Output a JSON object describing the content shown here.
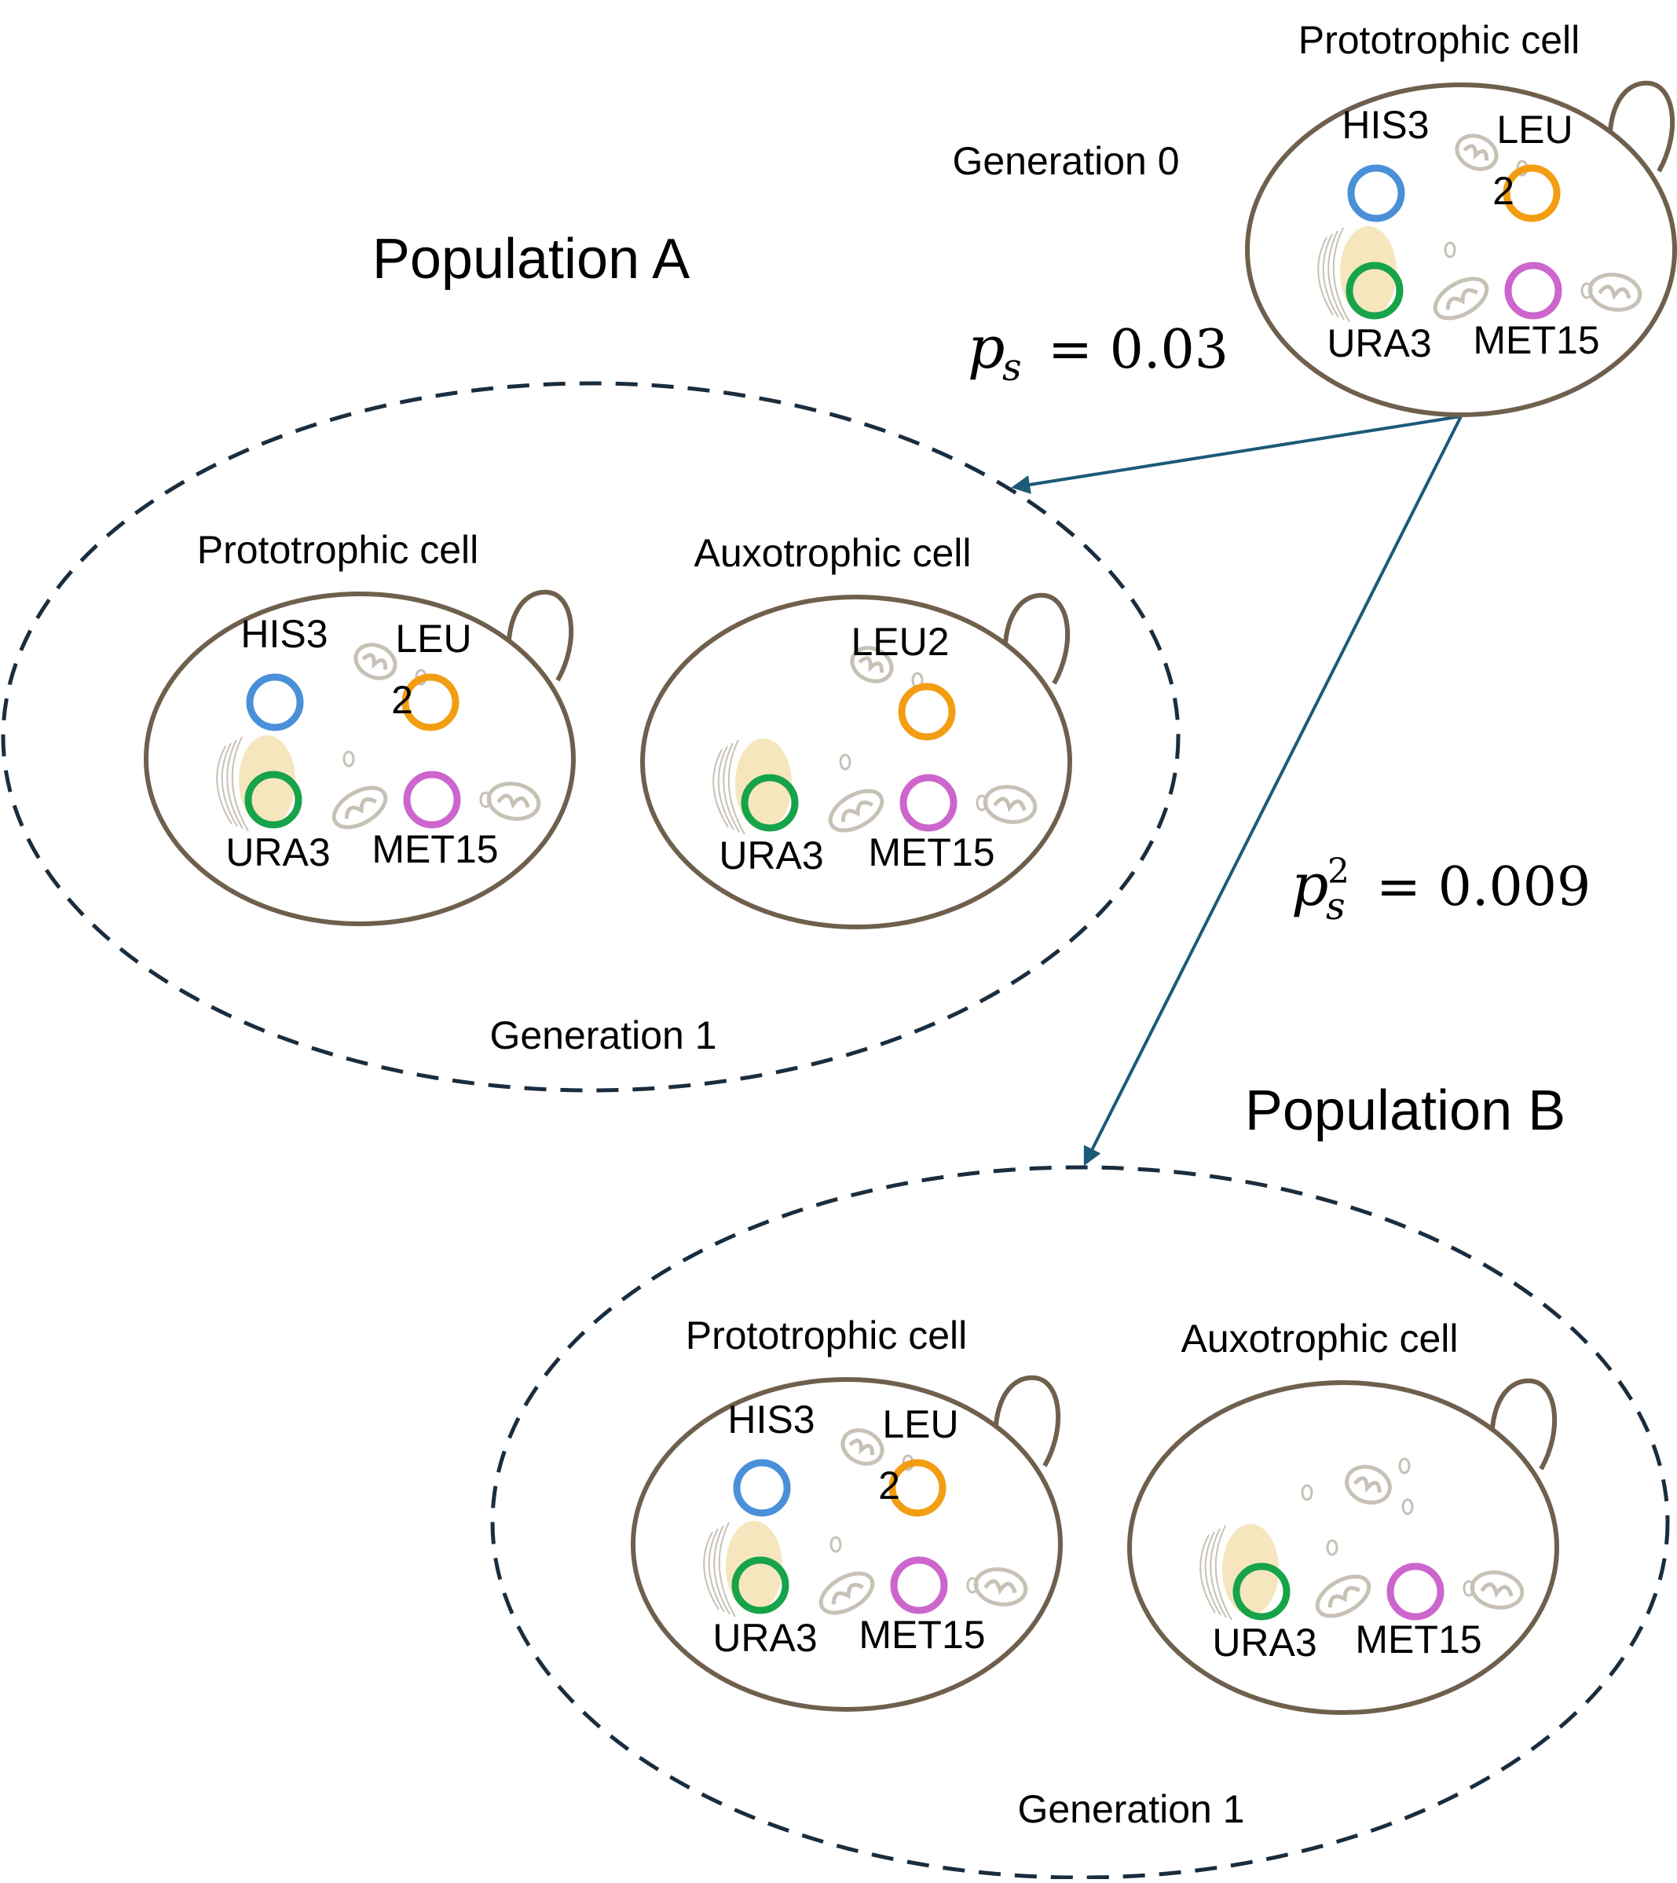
{
  "labels": {
    "root_cell_title": "Prototrophic cell",
    "generation_0": "Generation 0",
    "population_a": "Population A",
    "population_b": "Population B",
    "prob_a": {
      "var": "p",
      "sub": "s",
      "eq": "= 0.03"
    },
    "prob_b": {
      "var": "p",
      "sub": "s",
      "sup": "2",
      "eq": "= 0.009"
    },
    "pop_a": {
      "cell1_title": "Prototrophic cell",
      "cell2_title": "Auxotrophic cell",
      "generation": "Generation 1"
    },
    "pop_b": {
      "cell1_title": "Prototrophic cell",
      "cell2_title": "Auxotrophic cell",
      "generation": "Generation 1"
    }
  },
  "genes": {
    "his3": "HIS3",
    "leu_wrapped_top": "LEU",
    "leu_wrapped_bottom": "2",
    "leu2": "LEU2",
    "ura3": "URA3",
    "met15": "MET15"
  },
  "colors": {
    "cell_outline": "#6f5f4d",
    "population_outline": "#1a2d3e",
    "arrow": "#1b5a78",
    "his3": "#4a90d9",
    "leu2": "#f29d12",
    "ura3": "#17a34a",
    "met15": "#cc66cc",
    "nucleus": "#f5e6bd",
    "organelle": "#c7c1b6"
  }
}
